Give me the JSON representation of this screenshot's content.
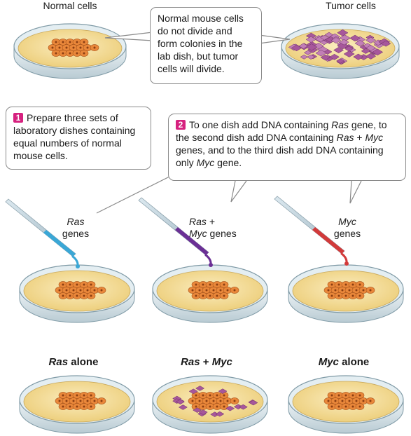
{
  "labels": {
    "normal_cells": "Normal cells",
    "tumor_cells": "Tumor cells",
    "ras_genes_1": "Ras",
    "ras_genes_2": "genes",
    "rasmyc_1": "Ras +",
    "rasmyc_2a": "Myc",
    "rasmyc_2b": " genes",
    "myc_genes_1": "Myc",
    "myc_genes_2": "genes",
    "result_ras_a": "Ras",
    "result_ras_b": " alone",
    "result_rasmyc_a": "Ras",
    "result_rasmyc_b": " + ",
    "result_rasmyc_c": "Myc",
    "result_myc_a": "Myc",
    "result_myc_b": " alone"
  },
  "callouts": {
    "top": "Normal mouse cells do not divide and form colonies in the lab dish, but tumor cells will divide.",
    "step1_num": "1",
    "step1": "Prepare three sets of laboratory dishes containing equal numbers of normal mouse cells.",
    "step2_num": "2",
    "step2_a": "To one dish add DNA containing ",
    "step2_b": "Ras",
    "step2_c": " gene, to the second dish add DNA containing ",
    "step2_d": "Ras",
    "step2_e": " + ",
    "step2_f": "Myc",
    "step2_g": " genes, and to the third dish add DNA containing only ",
    "step2_h": "Myc",
    "step2_i": " gene."
  },
  "colors": {
    "dish_rim": "#7f9aa6",
    "agar": "#f2dd9a",
    "cell_fill": "#e9873a",
    "tumor_cell": "#a7579b",
    "pipette_ras": "#3aa7d6",
    "pipette_rasmyc": "#6b2f95",
    "pipette_myc": "#d23a3a"
  }
}
